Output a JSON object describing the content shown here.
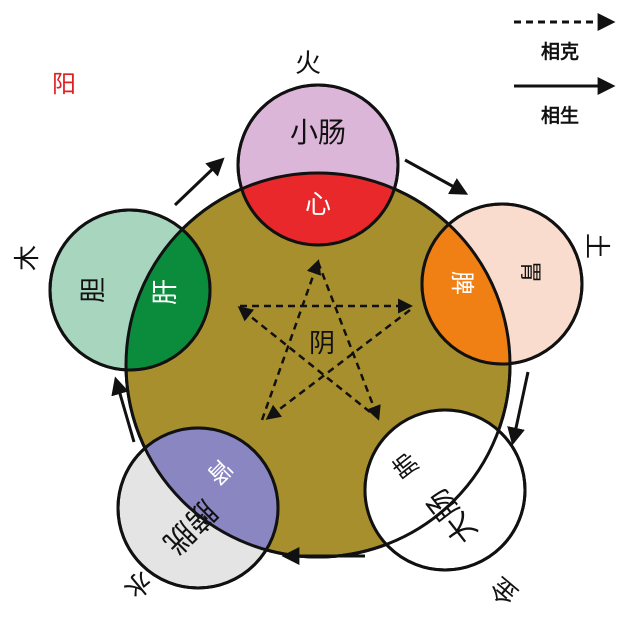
{
  "yang_label": "阳",
  "yin_label": "阴",
  "legend": {
    "restrain_label": "相克",
    "generate_label": "相生"
  },
  "elements": {
    "fire": "火",
    "earth": "土",
    "metal": "金",
    "water": "水",
    "wood": "木"
  },
  "organs": {
    "small_intestine": "小肠",
    "heart": "心",
    "stomach": "胃",
    "spleen": "脾",
    "large_intestine": "大肠",
    "lung": "肺",
    "bladder": "膀胱",
    "kidney": "肾",
    "gallbladder": "胆",
    "liver": "肝"
  },
  "colors": {
    "center_disc": "#a88f2e",
    "fire_outer": "#dcb6d8",
    "fire_inner": "#e8282a",
    "earth_outer": "#f9dccd",
    "earth_inner": "#f07f14",
    "metal_outer": "#ffffff",
    "metal_inner": "#ffffff",
    "water_outer": "#e4e4e4",
    "water_inner": "#8a86c2",
    "wood_outer": "#a8d5be",
    "wood_inner": "#0a8c3c"
  }
}
